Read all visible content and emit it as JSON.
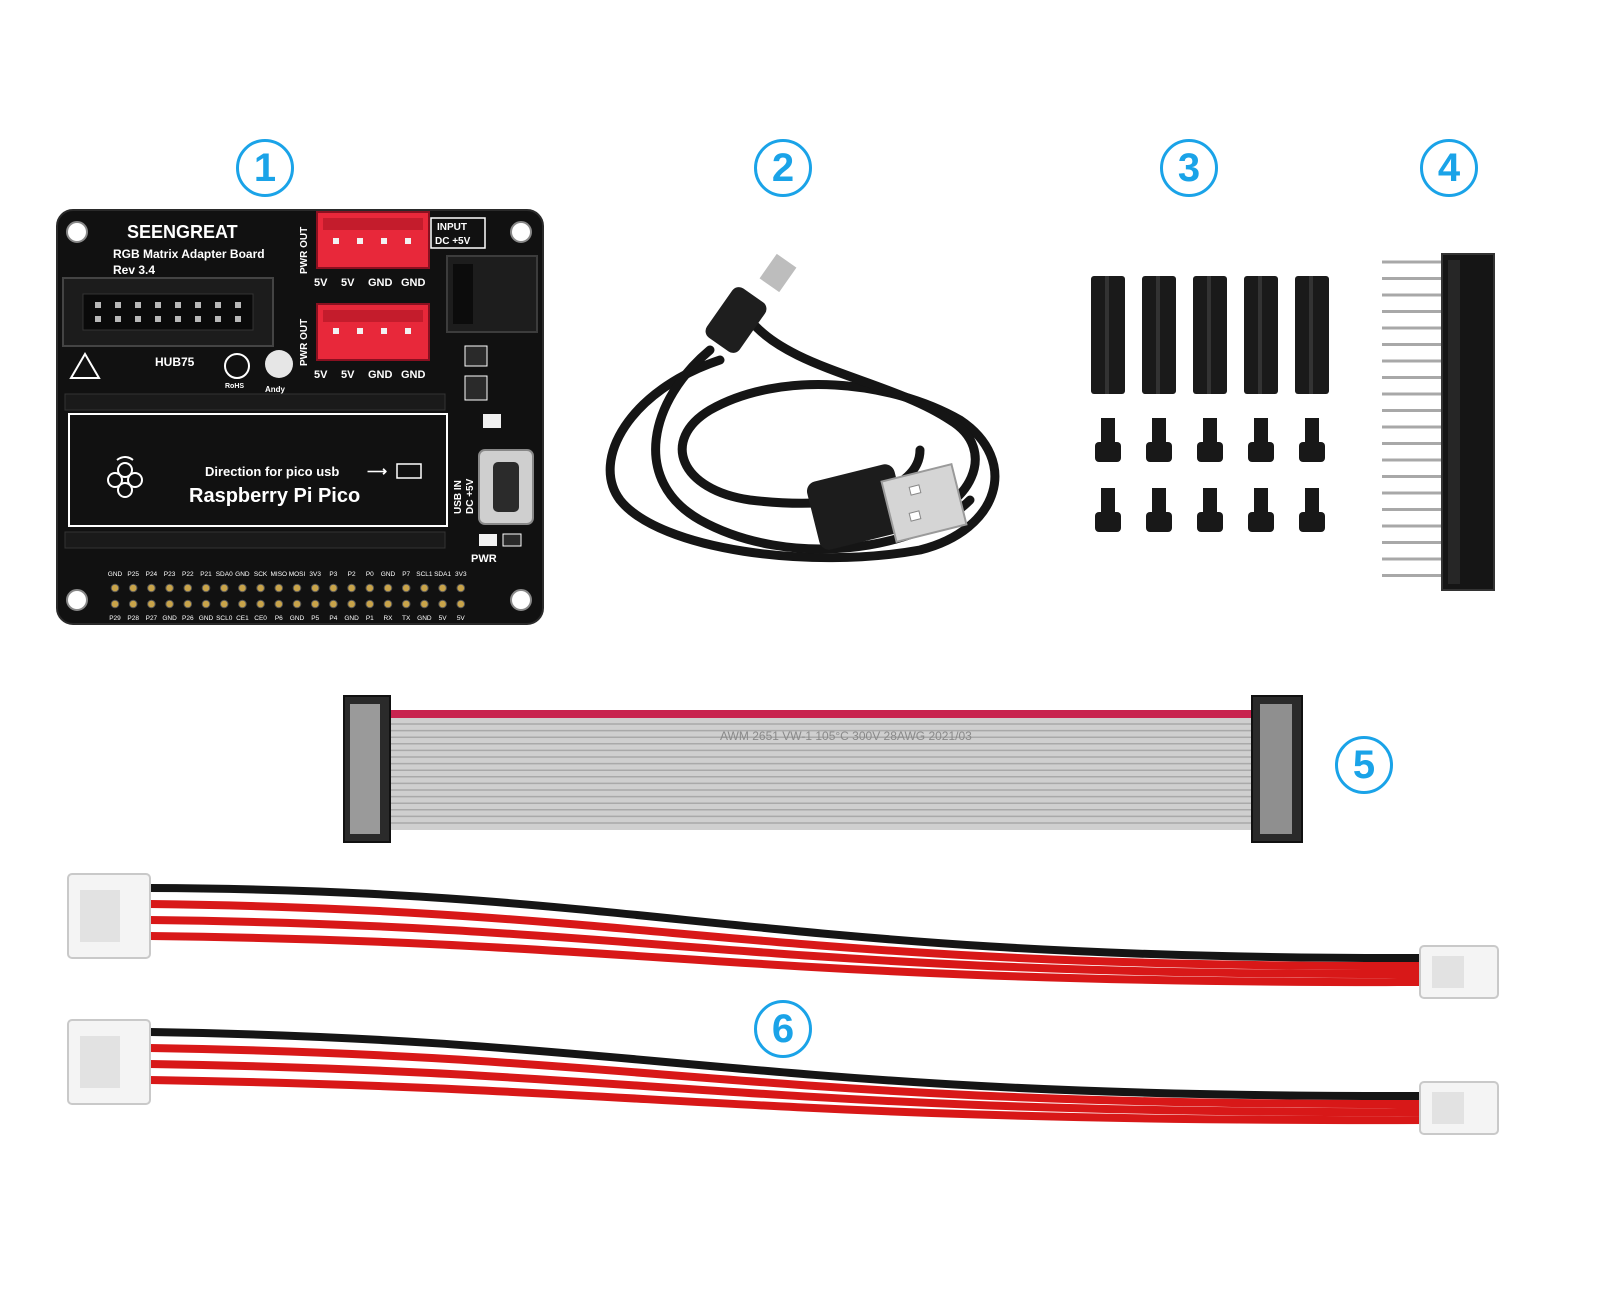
{
  "badges": [
    "1",
    "2",
    "3",
    "4",
    "5",
    "6"
  ],
  "board": {
    "brand": "SEENGREAT",
    "product": "RGB Matrix Adapter Board",
    "revision": "Rev 3.4",
    "hub_label": "HUB75",
    "pwr_out_label": "PWR OUT",
    "input_label_1": "INPUT",
    "input_label_2": "DC +5V",
    "connector_pins": [
      "5V",
      "5V",
      "GND",
      "GND"
    ],
    "pico_direction": "Direction for pico usb",
    "pico_name": "Raspberry Pi Pico",
    "usb_in_1": "USB IN",
    "usb_in_2": "DC +5V",
    "pwr_led": "PWR",
    "rohs": "RoHS",
    "andy": "Andy",
    "header_top": [
      "GND",
      "P25",
      "P24",
      "P23",
      "P22",
      "P21",
      "SDA0",
      "GND",
      "SCK",
      "MISO",
      "MOSI",
      "3V3",
      "P3",
      "P2",
      "P0",
      "GND",
      "P7",
      "SCL1",
      "SDA1",
      "3V3"
    ],
    "header_bottom": [
      "P29",
      "P28",
      "P27",
      "GND",
      "P26",
      "GND",
      "SCL0",
      "CE1",
      "CE0",
      "P6",
      "GND",
      "P5",
      "P4",
      "GND",
      "P1",
      "RX",
      "TX",
      "GND",
      "5V",
      "5V"
    ]
  },
  "ribbon_print": "AWM 2651 VW-1 105°C 300V 28AWG 2021/03",
  "colors": {
    "badge": "#1aa3e8",
    "pcb": "#111111",
    "connector": "#e8283a",
    "cable": "#151515",
    "wire_red": "#d81818",
    "ribbon": "#cfcfcf",
    "ribbon_stripe": "#c8244f"
  }
}
